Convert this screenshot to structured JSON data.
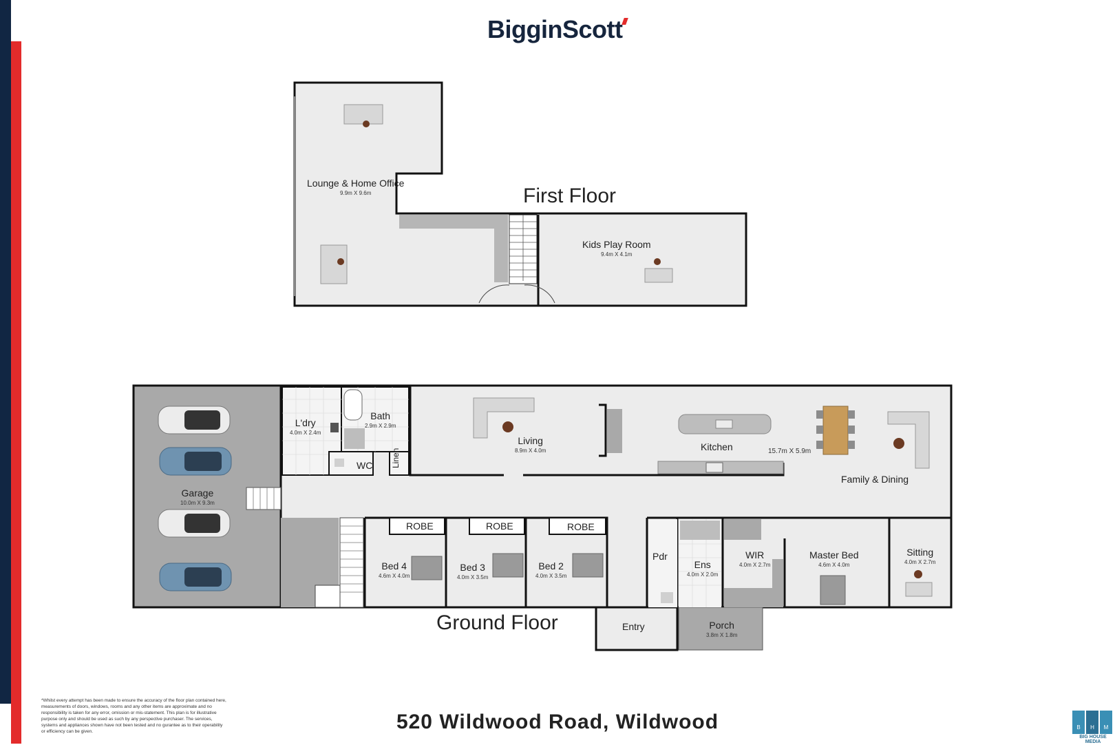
{
  "brand": {
    "name": "BigginScott",
    "accent": "#e32b2b",
    "navy": "#112643"
  },
  "floors": {
    "first": "First Floor",
    "ground": "Ground Floor"
  },
  "rooms": {
    "lounge": {
      "name": "Lounge & Home Office",
      "dims": "9.9m X 9.6m"
    },
    "kids": {
      "name": "Kids Play Room",
      "dims": "9.4m X 4.1m"
    },
    "garage": {
      "name": "Garage",
      "dims": "10.0m X 9.3m"
    },
    "ldry": {
      "name": "L'dry",
      "dims": "4.0m X 2.4m"
    },
    "bath": {
      "name": "Bath",
      "dims": "2.9m X 2.9m"
    },
    "wc": {
      "name": "WC"
    },
    "linen": {
      "name": "Linen"
    },
    "living": {
      "name": "Living",
      "dims": "8.9m X 4.0m"
    },
    "kitchen": {
      "name": "Kitchen"
    },
    "family_dims": "15.7m X 5.9m",
    "family": {
      "name": "Family & Dining"
    },
    "robe": "ROBE",
    "bed4": {
      "name": "Bed 4",
      "dims": "4.6m X 4.0m"
    },
    "bed3": {
      "name": "Bed 3",
      "dims": "4.0m X 3.5m"
    },
    "bed2": {
      "name": "Bed 2",
      "dims": "4.0m X 3.5m"
    },
    "pdr": {
      "name": "Pdr"
    },
    "ens": {
      "name": "Ens",
      "dims": "4.0m X 2.0m"
    },
    "wir": {
      "name": "WIR",
      "dims": "4.0m X 2.7m"
    },
    "master": {
      "name": "Master Bed",
      "dims": "4.6m X 4.0m"
    },
    "sitting": {
      "name": "Sitting",
      "dims": "4.0m X 2.7m"
    },
    "entry": {
      "name": "Entry"
    },
    "porch": {
      "name": "Porch",
      "dims": "3.8m X 1.8m"
    }
  },
  "address": "520 Wildwood Road, Wildwood",
  "disclaimer": "*Whilst every attempt has been made to ensure the accuracy of the floor plan contained here, measurements of doors, windows, rooms and any other items are approximate and no responsibility is taken for any error, omission or mis-statement. This plan is for illustrative purpose only and should be used as such by any perspective purchaser. The services, systems and appliances shown have not been tested and no gurantee as to their operability or efficiency can be given.",
  "media_logo": {
    "letters": [
      "B",
      "H",
      "M"
    ],
    "label": "BIG HOUSE MEDIA",
    "color": "#3a8fb5"
  }
}
